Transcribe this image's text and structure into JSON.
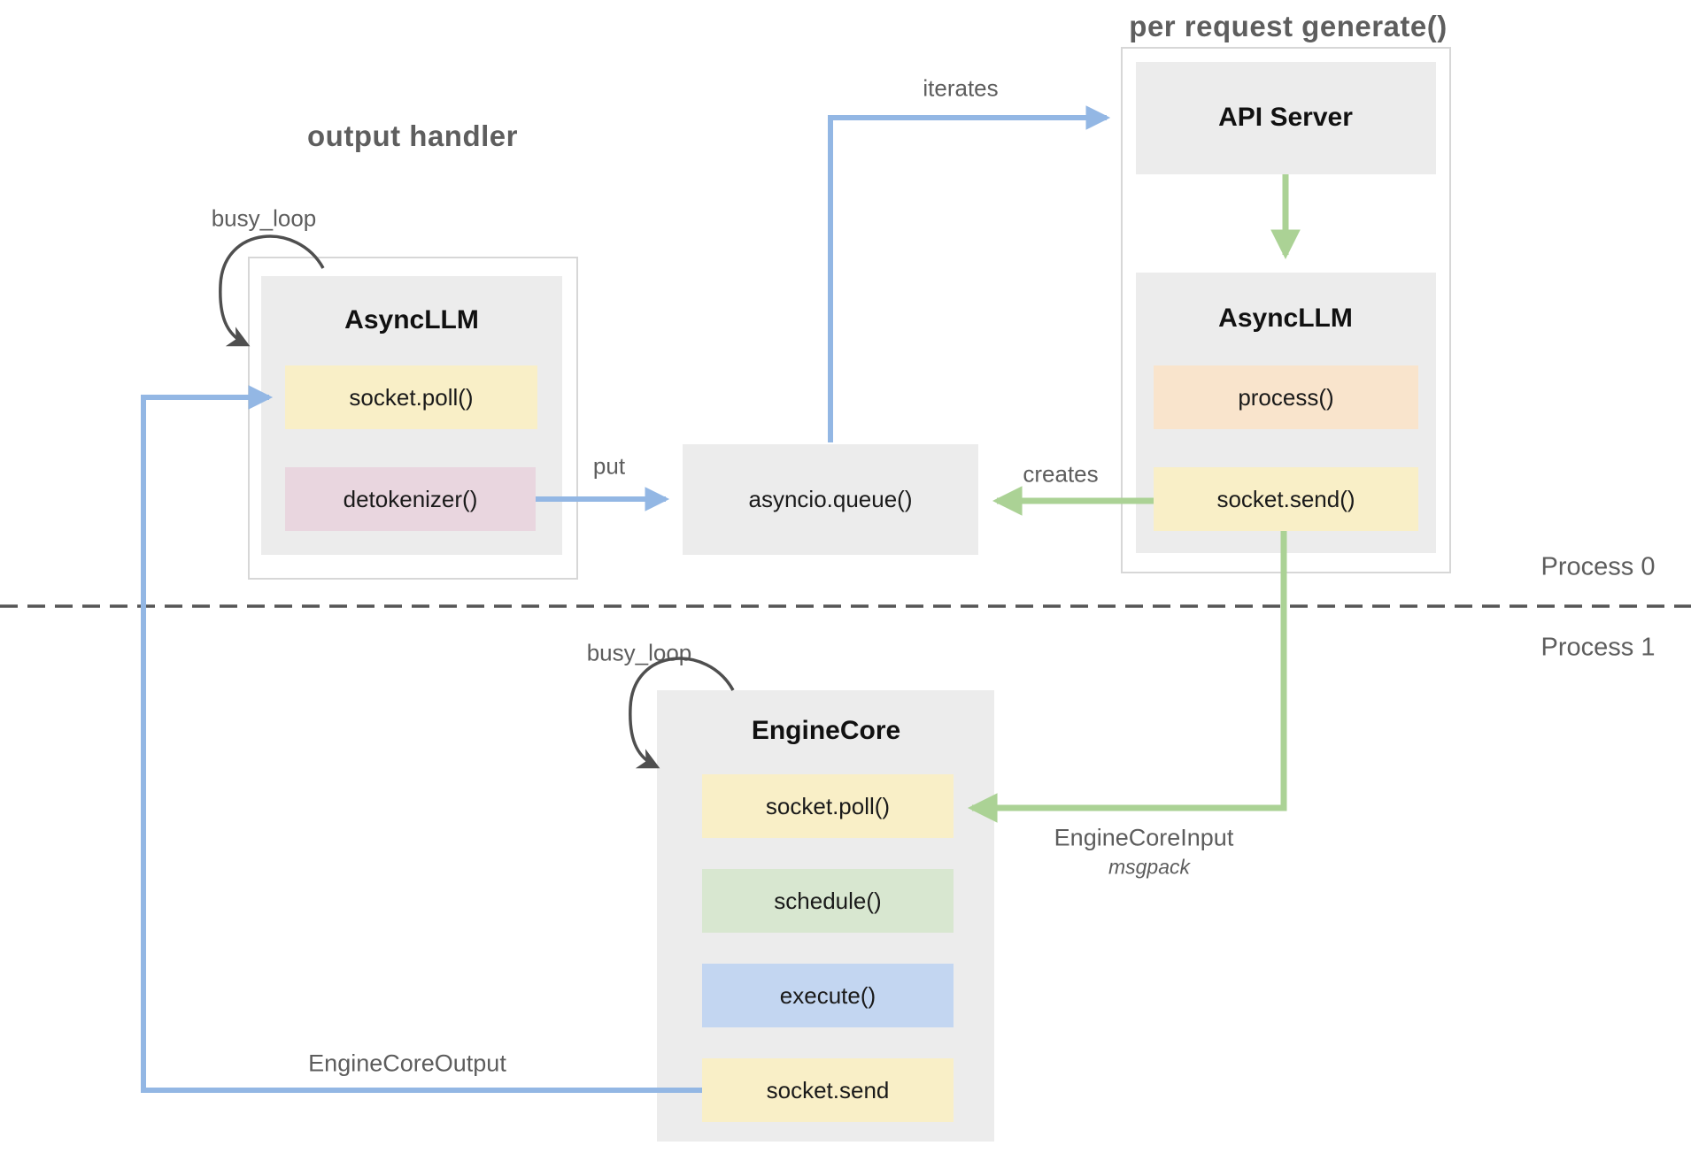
{
  "section_titles": {
    "output_handler": "output handler",
    "per_request_generate": "per request generate()"
  },
  "process_labels": {
    "process0": "Process 0",
    "process1": "Process 1"
  },
  "output_handler_group": {
    "busy_loop_label": "busy_loop",
    "box_title": "AsyncLLM",
    "methods": [
      "socket.poll()",
      "detokenizer()"
    ]
  },
  "per_request_group": {
    "api_server_title": "API Server",
    "box_title": "AsyncLLM",
    "methods": [
      "process()",
      "socket.send()"
    ]
  },
  "queue_box": {
    "label": "asyncio.queue()"
  },
  "engine_core_group": {
    "busy_loop_label": "busy_loop",
    "box_title": "EngineCore",
    "methods": [
      "socket.poll()",
      "schedule()",
      "execute()",
      "socket.send"
    ]
  },
  "edge_labels": {
    "iterates": "iterates",
    "put": "put",
    "creates": "creates",
    "engine_core_input": "EngineCoreInput",
    "engine_core_input_sub": "msgpack",
    "engine_core_output": "EngineCoreOutput"
  },
  "colors": {
    "box_gray": "#ececec",
    "outer_border": "#d7d7d7",
    "yellow": "#f9efc7",
    "pink": "#e9d6df",
    "peach": "#f9e4cc",
    "green_fill": "#d8e7d0",
    "blue_fill": "#c3d6f1",
    "arrow_blue": "#93b7e4",
    "arrow_green": "#abd295",
    "arc_dark": "#4f4f4f",
    "label_gray": "#5d5d5d",
    "dashed_divider": "#555555"
  }
}
